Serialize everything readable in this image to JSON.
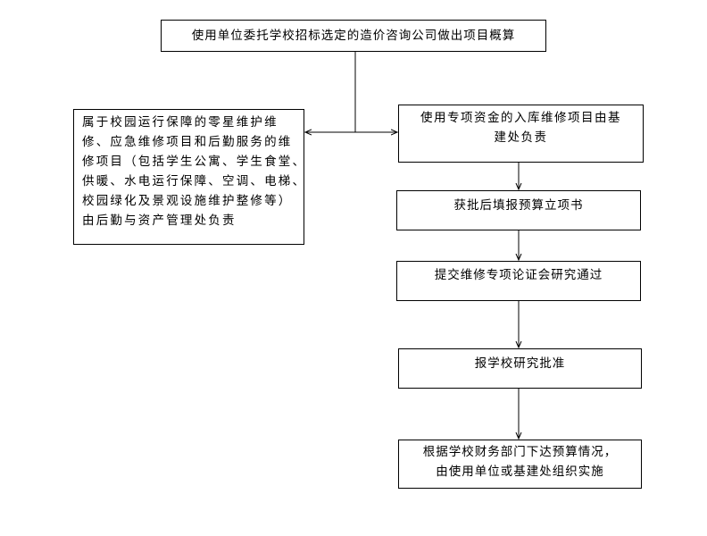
{
  "top_box": "使用单位委托学校招标选定的造价咨询公司做出项目概算",
  "left_box_lines": [
    "属于校园运行保障的零星维护维",
    "修、应急维修项目和后勤服务的维",
    "修项目（包括学生公寓、学生食堂、",
    "供暖、水电运行保障、空调、电梯、",
    "校园绿化及景观设施维护整修等）",
    "由后勤与资产管理处负责"
  ],
  "right_boxes": [
    {
      "lines": [
        "使用专项资金的入库维修项目由基",
        "建处负责"
      ]
    },
    {
      "lines": [
        "获批后填报预算立项书"
      ]
    },
    {
      "lines": [
        "提交维修专项论证会研究通过"
      ]
    },
    {
      "lines": [
        "报学校研究批准"
      ]
    },
    {
      "lines": [
        "根据学校财务部门下达预算情况，",
        "由使用单位或基建处组织实施"
      ]
    }
  ]
}
